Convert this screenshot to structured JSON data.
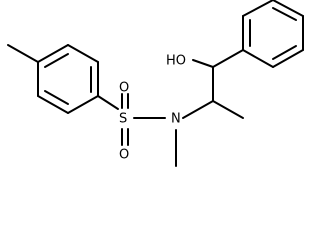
{
  "molecule": {
    "atom_labels": {
      "hydroxyl": "HO",
      "sulfur": "S",
      "oxygen_top": "O",
      "oxygen_bottom": "O",
      "nitrogen": "N"
    }
  },
  "colors": {
    "bond": "#000000",
    "background": "#ffffff"
  }
}
